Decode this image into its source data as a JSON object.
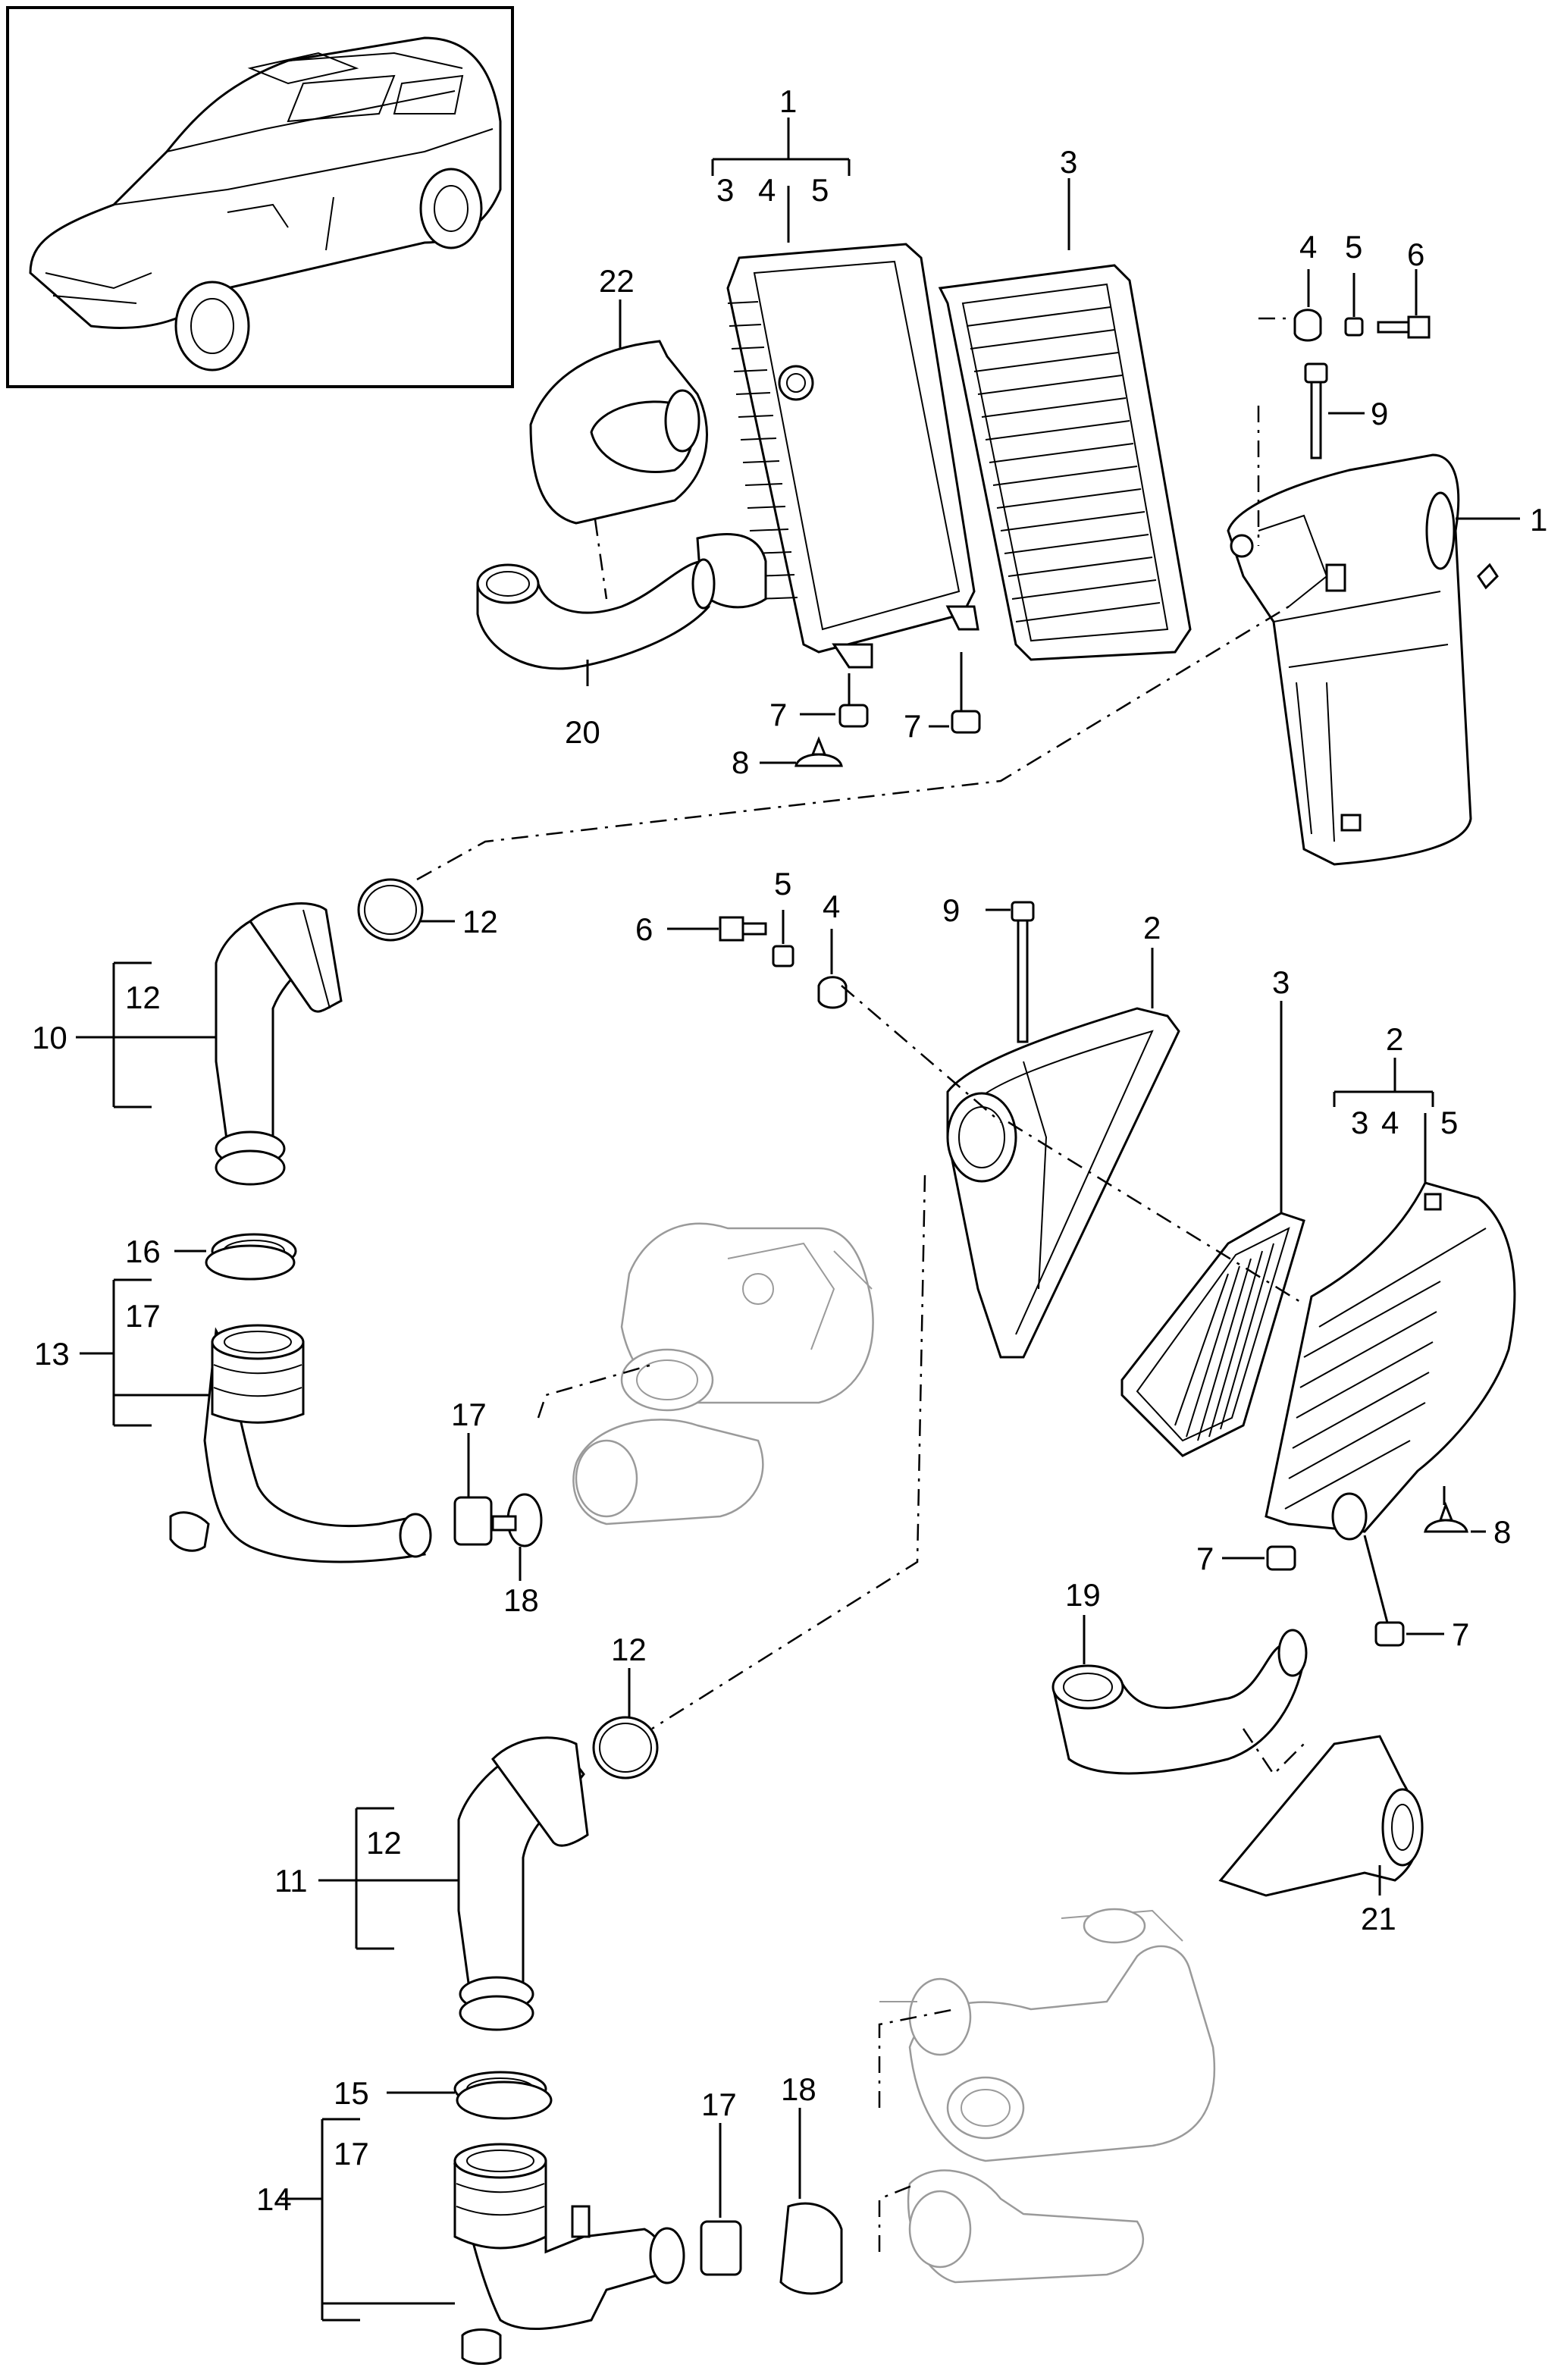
{
  "callouts": {
    "c1_top": "1",
    "c1_sub3": "3",
    "c1_sub4": "4",
    "c1_sub5": "5",
    "c3_top": "3",
    "c22": "22",
    "c20": "20",
    "c7a": "7",
    "c7b": "7",
    "c8a": "8",
    "c4a": "4",
    "c5a": "5",
    "c6a": "6",
    "c9a": "9",
    "c1_right": "1",
    "c12a": "12",
    "c10": "10",
    "c10_sub12": "12",
    "c6b": "6",
    "c5b": "5",
    "c4b": "4",
    "c9b": "9",
    "c2a": "2",
    "c3b": "3",
    "c2b": "2",
    "c2_sub3": "3",
    "c2_sub4": "4",
    "c2_sub5": "5",
    "c16": "16",
    "c13": "13",
    "c13_sub17": "17",
    "c17a": "17",
    "c18a": "18",
    "c8b": "8",
    "c7c": "7",
    "c7d": "7",
    "c19": "19",
    "c21": "21",
    "c12b": "12",
    "c11": "11",
    "c11_sub12": "12",
    "c15": "15",
    "c14": "14",
    "c14_sub17": "17",
    "c17b": "17",
    "c18b": "18"
  },
  "icons": [
    "vehicle-thumbnail",
    "air-filter-housing",
    "filter-element",
    "intake-pipe",
    "turbocharger",
    "hose-clamp",
    "seal-ring"
  ]
}
